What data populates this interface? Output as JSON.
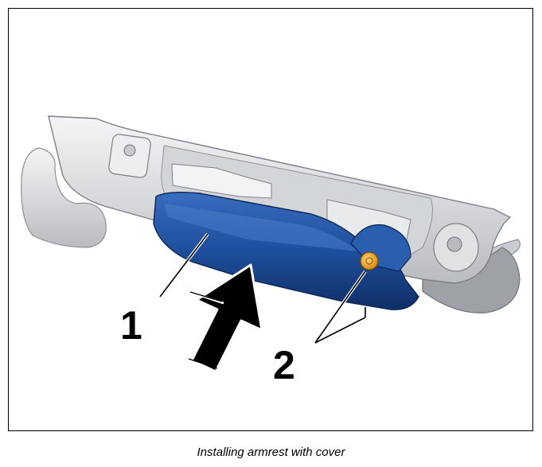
{
  "figure": {
    "callouts": [
      {
        "number": "1",
        "target": "cover"
      },
      {
        "number": "2",
        "target": "bolt"
      }
    ],
    "caption": "Installing armrest with cover",
    "colors": {
      "frame": "#000000",
      "cover_blue": "#1d4f9c",
      "cover_dark": "#0f2f66",
      "housing_grey": "#e4e6e8",
      "housing_shadow": "#9fa3a7",
      "bolt_orange": "#f0a020",
      "arrow_black": "#000000"
    },
    "icons": [
      "arrow-up-right-icon",
      "bolt-icon"
    ]
  }
}
